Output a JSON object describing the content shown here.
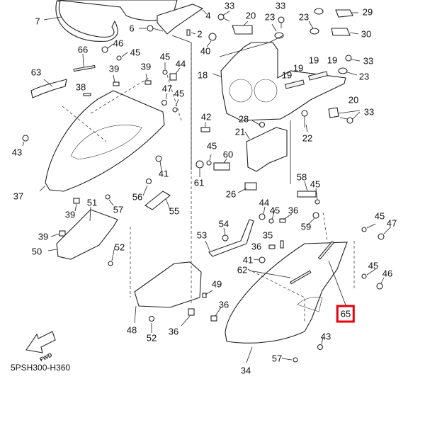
{
  "diagram": {
    "catalog_code": "5PSH300-H360",
    "fwd_label": "FWD",
    "highlight_color": "#e8000b",
    "highlighted_part": "65",
    "callouts": [
      {
        "id": "c7",
        "num": "7"
      },
      {
        "id": "c6",
        "num": "6"
      },
      {
        "id": "c2",
        "num": "2"
      },
      {
        "id": "c4",
        "num": "4"
      },
      {
        "id": "c33a",
        "num": "33"
      },
      {
        "id": "c20a",
        "num": "20"
      },
      {
        "id": "c40",
        "num": "40"
      },
      {
        "id": "c33b",
        "num": "33"
      },
      {
        "id": "c23a",
        "num": "23"
      },
      {
        "id": "c23b",
        "num": "23"
      },
      {
        "id": "c29",
        "num": "29"
      },
      {
        "id": "c30",
        "num": "30"
      },
      {
        "id": "c33c",
        "num": "33"
      },
      {
        "id": "c23c",
        "num": "23"
      },
      {
        "id": "c19a",
        "num": "19"
      },
      {
        "id": "c19b",
        "num": "19"
      },
      {
        "id": "c19c",
        "num": "19"
      },
      {
        "id": "c19d",
        "num": "19"
      },
      {
        "id": "c18",
        "num": "18"
      },
      {
        "id": "c20b",
        "num": "20"
      },
      {
        "id": "c33d",
        "num": "33"
      },
      {
        "id": "c22",
        "num": "22"
      },
      {
        "id": "c28",
        "num": "28"
      },
      {
        "id": "c21",
        "num": "21"
      },
      {
        "id": "c26",
        "num": "26"
      },
      {
        "id": "c66",
        "num": "66"
      },
      {
        "id": "c46a",
        "num": "46"
      },
      {
        "id": "c45a",
        "num": "45"
      },
      {
        "id": "c63",
        "num": "63"
      },
      {
        "id": "c39a",
        "num": "39"
      },
      {
        "id": "c39b",
        "num": "39"
      },
      {
        "id": "c38",
        "num": "38"
      },
      {
        "id": "c45b",
        "num": "45"
      },
      {
        "id": "c44a",
        "num": "44"
      },
      {
        "id": "c47a",
        "num": "47"
      },
      {
        "id": "c45c",
        "num": "45"
      },
      {
        "id": "c42",
        "num": "42"
      },
      {
        "id": "c43a",
        "num": "43"
      },
      {
        "id": "c45d",
        "num": "45"
      },
      {
        "id": "c60",
        "num": "60"
      },
      {
        "id": "c41a",
        "num": "41"
      },
      {
        "id": "c61",
        "num": "61"
      },
      {
        "id": "c37",
        "num": "37"
      },
      {
        "id": "c56",
        "num": "56"
      },
      {
        "id": "c55",
        "num": "55"
      },
      {
        "id": "c57a",
        "num": "57"
      },
      {
        "id": "c39c",
        "num": "39"
      },
      {
        "id": "c51",
        "num": "51"
      },
      {
        "id": "c39d",
        "num": "39"
      },
      {
        "id": "c50",
        "num": "50"
      },
      {
        "id": "c52a",
        "num": "52"
      },
      {
        "id": "c58",
        "num": "58"
      },
      {
        "id": "c45e",
        "num": "45"
      },
      {
        "id": "c44b",
        "num": "44"
      },
      {
        "id": "c45f",
        "num": "45"
      },
      {
        "id": "c36a",
        "num": "36"
      },
      {
        "id": "c59",
        "num": "59"
      },
      {
        "id": "c54",
        "num": "54"
      },
      {
        "id": "c53",
        "num": "53"
      },
      {
        "id": "c35",
        "num": "35"
      },
      {
        "id": "c36b",
        "num": "36"
      },
      {
        "id": "c41b",
        "num": "41"
      },
      {
        "id": "c62",
        "num": "62"
      },
      {
        "id": "c45g",
        "num": "45"
      },
      {
        "id": "c47b",
        "num": "47"
      },
      {
        "id": "c45h",
        "num": "45"
      },
      {
        "id": "c46b",
        "num": "46"
      },
      {
        "id": "c65",
        "num": "65"
      },
      {
        "id": "c49",
        "num": "49"
      },
      {
        "id": "c36c",
        "num": "36"
      },
      {
        "id": "c48",
        "num": "48"
      },
      {
        "id": "c36d",
        "num": "36"
      },
      {
        "id": "c52b",
        "num": "52"
      },
      {
        "id": "c43b",
        "num": "43"
      },
      {
        "id": "c57b",
        "num": "57"
      },
      {
        "id": "c34",
        "num": "34"
      }
    ]
  }
}
